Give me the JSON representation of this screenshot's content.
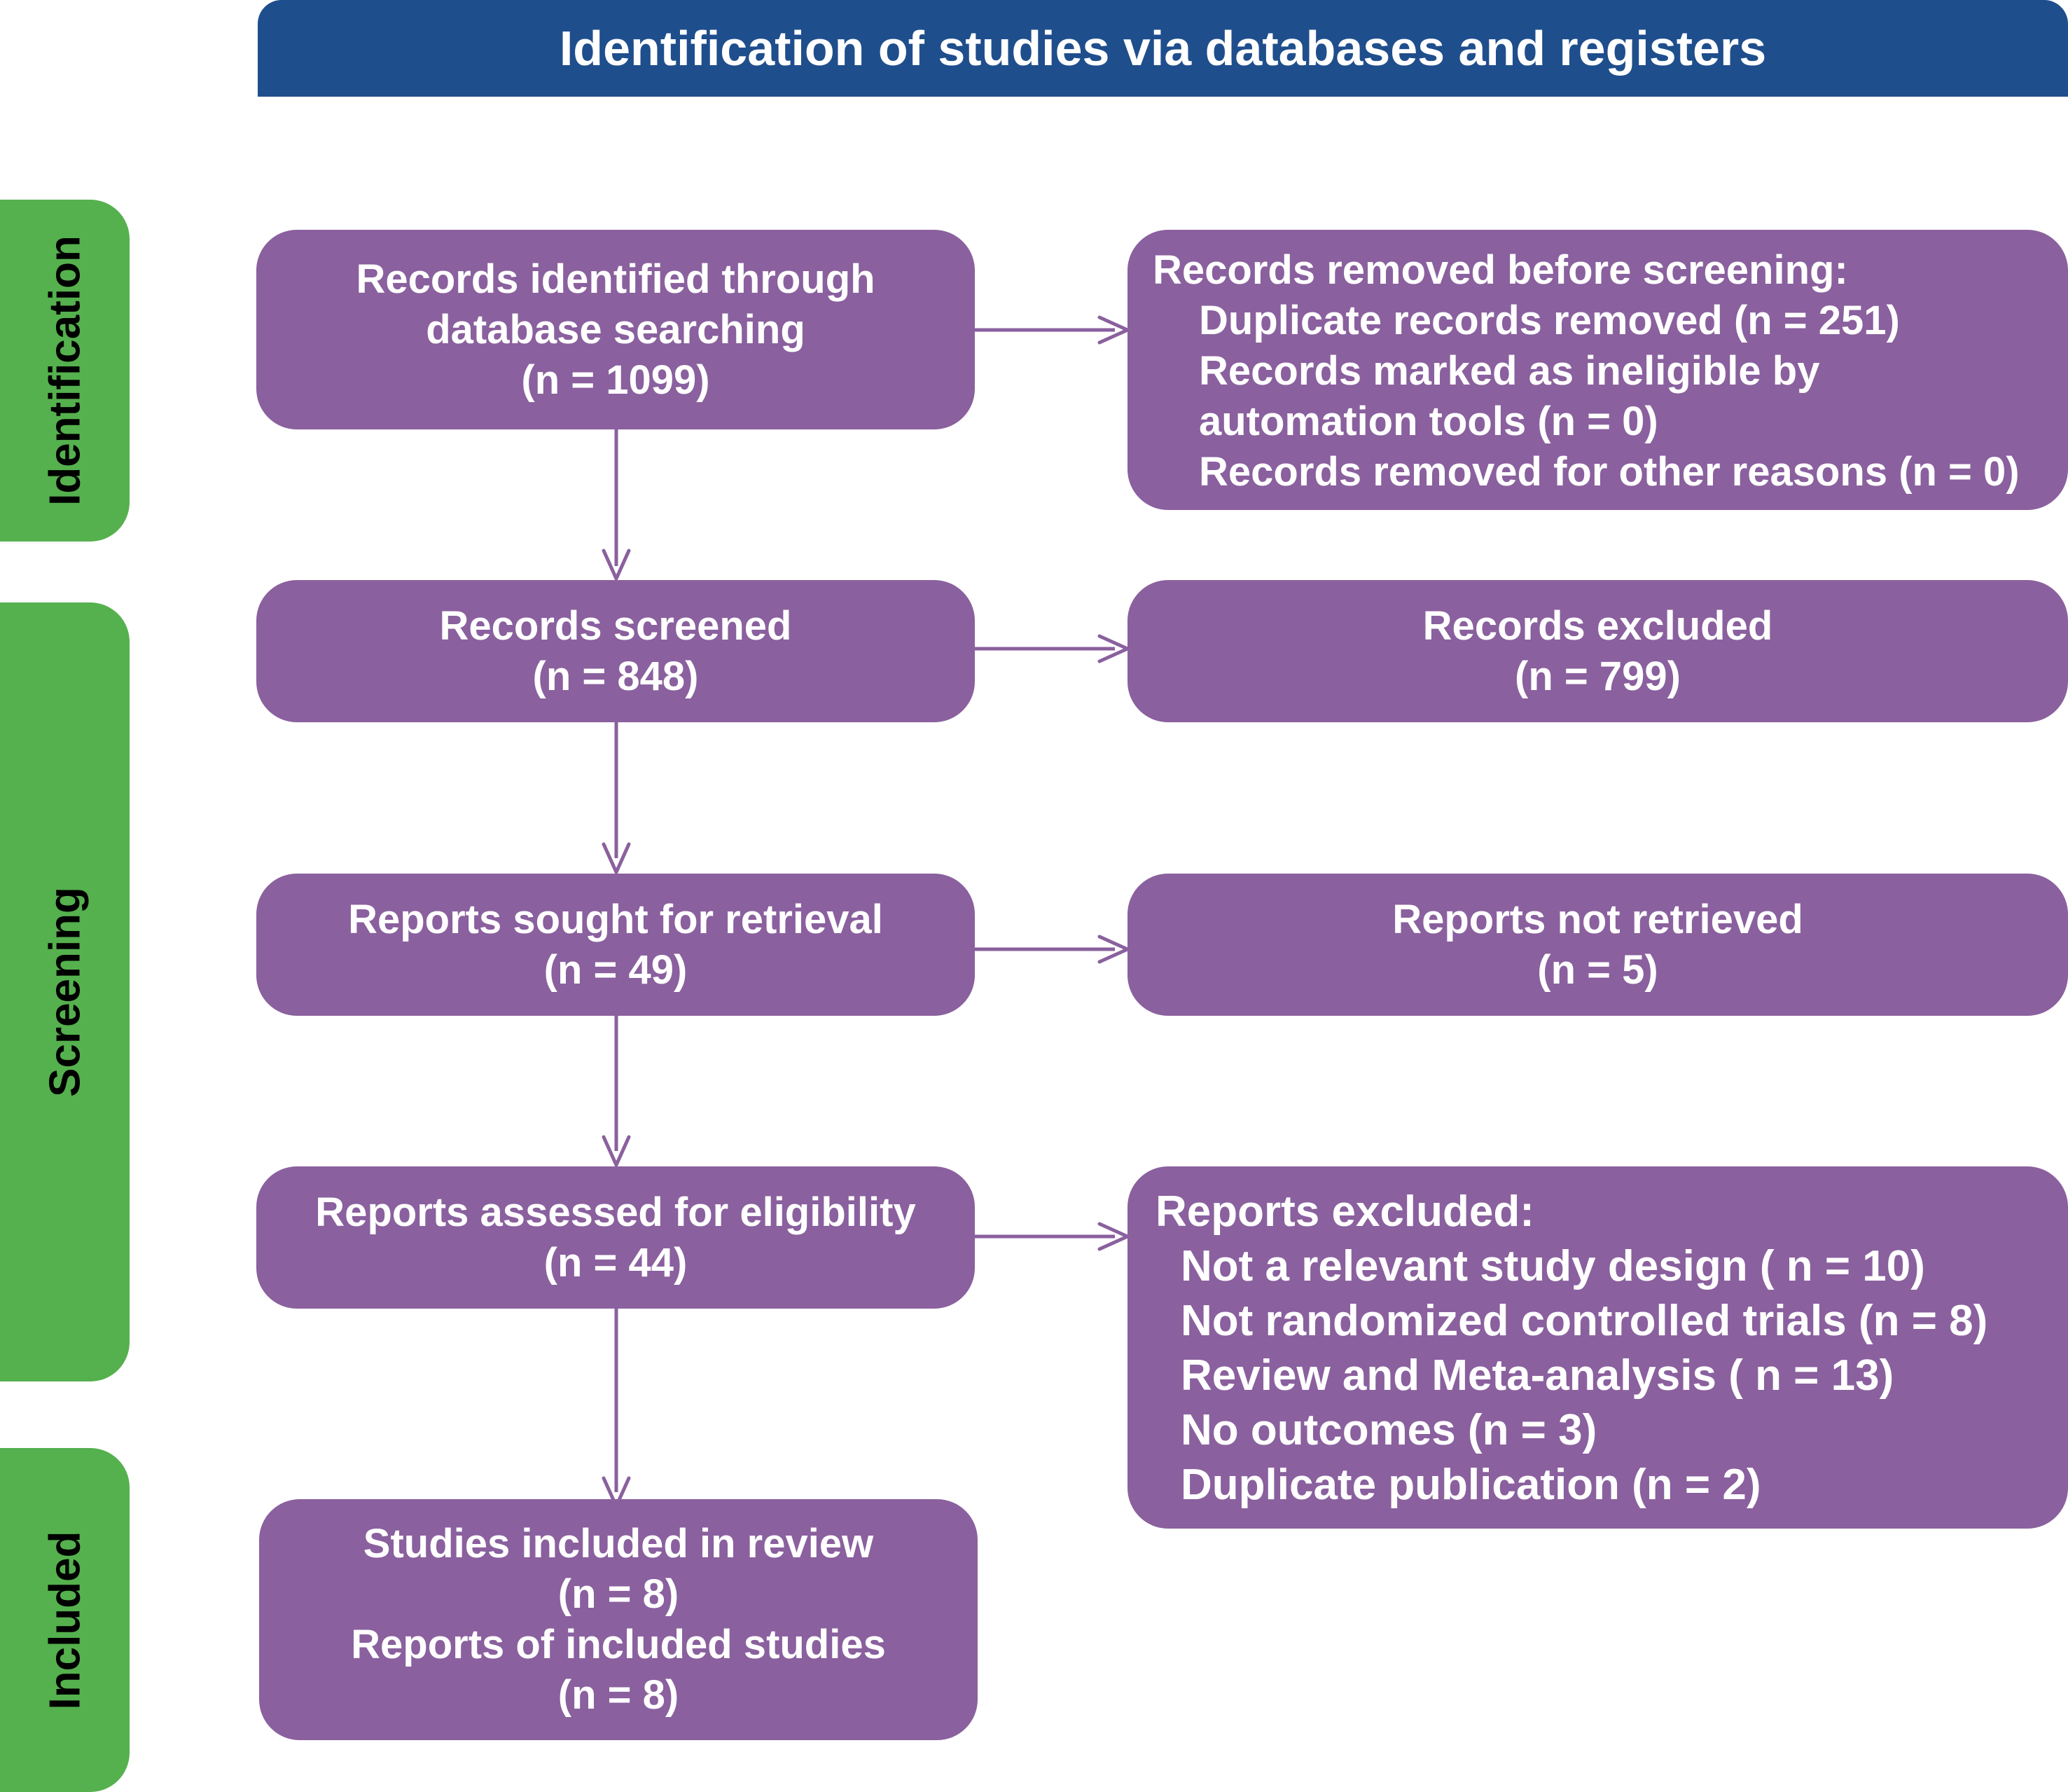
{
  "header": {
    "title": "Identification of studies via databases and registers"
  },
  "stages": {
    "identification": "Identification",
    "screening": "Screening",
    "included": "Included"
  },
  "boxes": {
    "records_identified": {
      "lines": [
        "Records identified through",
        "database searching",
        "(n = 1099)"
      ]
    },
    "records_removed": {
      "heading": "Records removed before screening:",
      "items": [
        "Duplicate records removed  (n = 251)",
        "Records marked as ineligible by",
        "automation tools (n = 0)",
        "Records removed for other reasons (n = 0)"
      ]
    },
    "records_screened": {
      "lines": [
        "Records screened",
        "(n = 848)"
      ]
    },
    "records_excluded": {
      "lines": [
        "Records excluded",
        "(n = 799)"
      ]
    },
    "reports_sought": {
      "lines": [
        "Reports sought for retrieval",
        "(n = 49)"
      ]
    },
    "reports_not_retrieved": {
      "lines": [
        "Reports not retrieved",
        "(n = 5)"
      ]
    },
    "reports_assessed": {
      "lines": [
        "Reports assessed for eligibility",
        "(n = 44)"
      ]
    },
    "reports_excluded": {
      "heading": "Reports excluded:",
      "items": [
        "Not a relevant study design ( n = 10)",
        "Not randomized controlled trials (n = 8)",
        "Review and Meta-analysis ( n = 13)",
        "No outcomes (n = 3)",
        "Duplicate publication (n = 2)"
      ]
    },
    "studies_included": {
      "lines": [
        "Studies included in review",
        "(n = 8)",
        "Reports of included studies",
        "(n = 8)"
      ]
    }
  },
  "colors": {
    "header": "#1f4e8c",
    "stage": "#55b04e",
    "box": "#8a609e",
    "arrow": "#8a609e"
  }
}
